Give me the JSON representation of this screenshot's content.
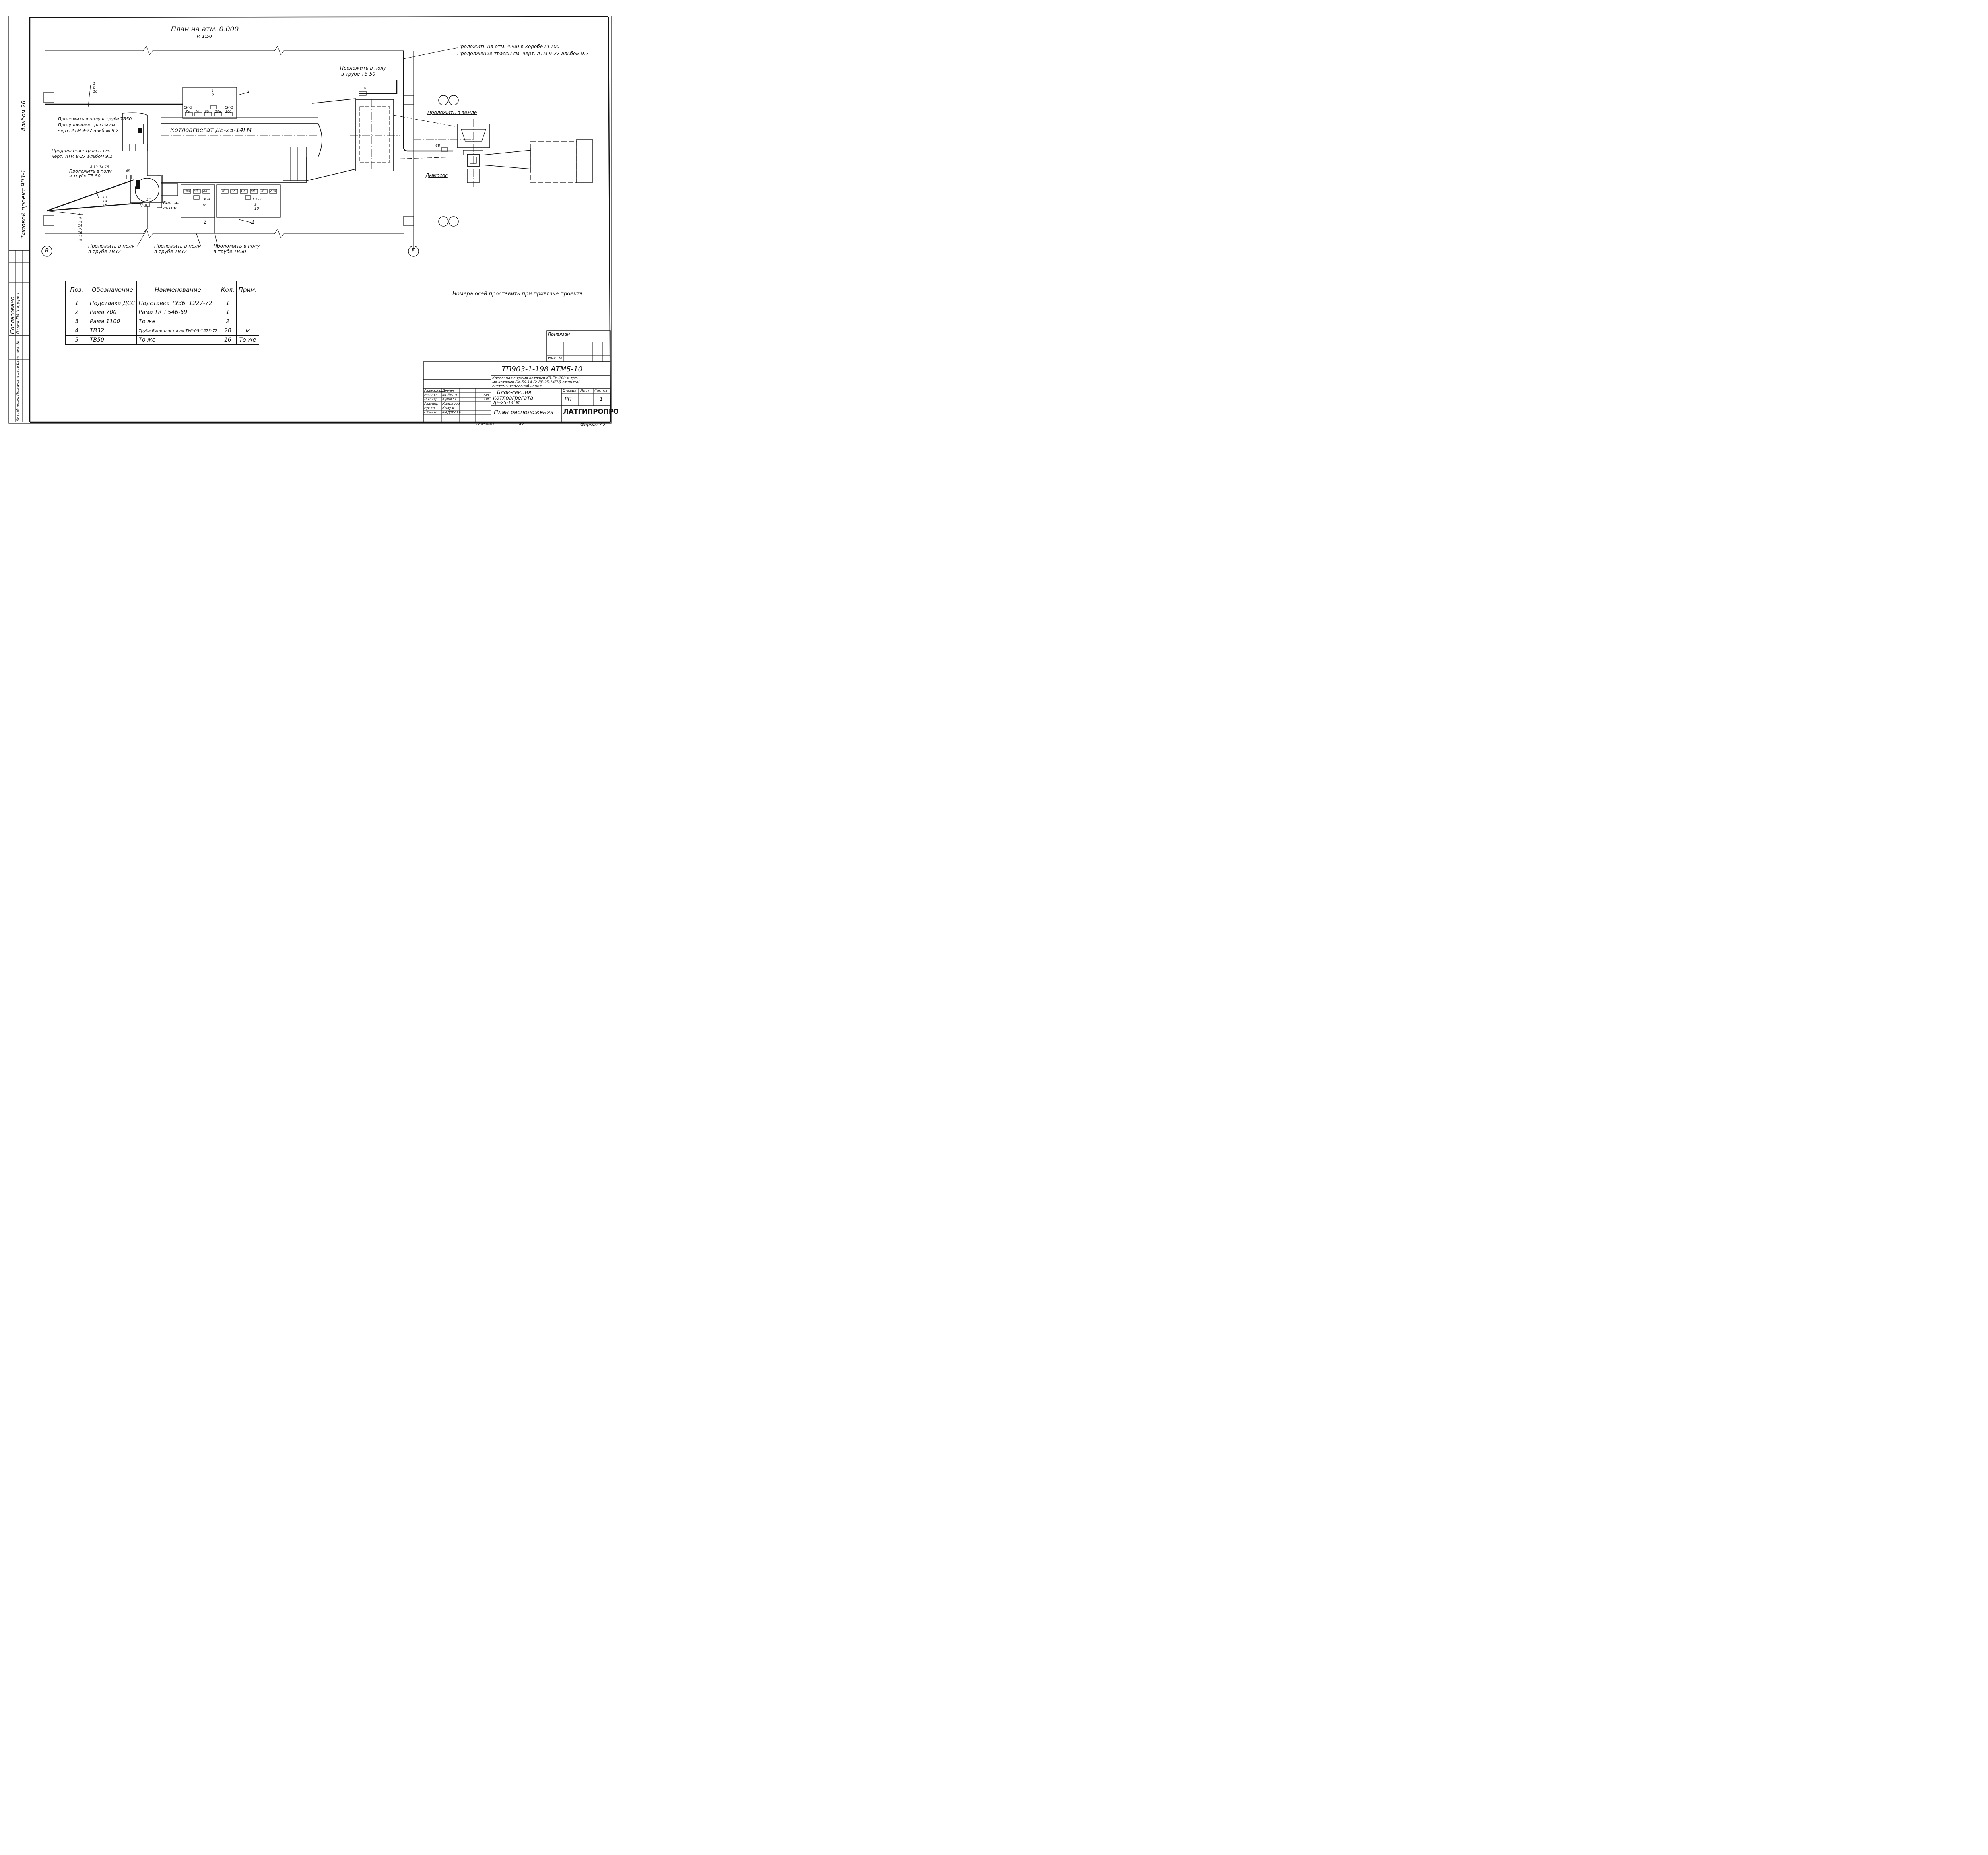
{
  "plan": {
    "title": "План на атм. 0.000",
    "scale": "М 1:50"
  },
  "boiler_label": "Котлоагрегат ДЕ-25-14ГМ",
  "callouts": {
    "roof_route": "Проложить на отм. 4200 в коробе ПГ100",
    "roof_route_cont": "Продолжение трассы см. черт. АТМ 9-27 альбом 9.2",
    "floor_tb50_top": "Проложить в полу",
    "floor_tb50_top_pipe": "в трубе ТВ 50",
    "ground": "Проложить в земле",
    "left_floor": "Проложить в полу в трубе ТВ50",
    "left_cont1": "Продолжение трассы см.",
    "left_cont2": "черт. АТМ 9-27 альбом 9.2",
    "left_cont3": "Продолжение трассы см.",
    "left_cont4": "черт. АТМ 9-27 альбом 9.2",
    "left_floor2a": "Проложить в полу",
    "left_floor2b": "в трубе ТВ 50",
    "bottom1a": "Проложить в полу",
    "bottom1b": "в трубе ТВ32",
    "bottom2a": "Проложить в полу",
    "bottom2b": "в трубе ТВ32",
    "bottom3a": "Проложить в полу",
    "bottom3b": "в трубе ТВ50",
    "fan": "Венти-",
    "fan2": "лятор",
    "smoke": "Дымосос",
    "axes_note": "Номера осей проставить при привязке проекта."
  },
  "tags": {
    "t_1_6_18": [
      "1",
      "6",
      "18"
    ],
    "t_1_2": [
      "1",
      "2"
    ],
    "ck3": "СК-3",
    "ck1": "СК-1",
    "ck4": "СК-4",
    "ck2": "СК-2",
    "n3": "3",
    "n2": "2",
    "n16": "16",
    "n9_10": [
      "9",
      "10"
    ],
    "box_top": [
      "7а",
      "7б",
      "8б",
      "20а",
      "20б"
    ],
    "box_mid1": [
      "18а",
      "3б",
      "8а"
    ],
    "box_mid2": [
      "7б",
      "17",
      "19",
      "8б",
      "2б",
      "21а"
    ],
    "tag_7g": "7Г",
    "tag_6b": "6В",
    "tag_4v": "4В",
    "tag_5g": "5Г",
    "tag_17_18": "17/18",
    "tag_13_14_15": [
      "13",
      "14",
      "15"
    ],
    "tag_4_13_14_15": [
      "4",
      "13",
      "14",
      "15"
    ],
    "tag_4_9": [
      "4",
      "9"
    ],
    "tag_left_stack": [
      "10",
      "13",
      "14",
      "15",
      "16",
      "17",
      "18"
    ],
    "axis_v": "В",
    "axis_e": "Е",
    "n3_b": "3"
  },
  "spec_table": {
    "headers": [
      "Поз.",
      "Обозначение",
      "Наименование",
      "Кол.",
      "Прим."
    ],
    "rows": [
      [
        "1",
        "Подставка ДСС",
        "Подставка ТУ36. 1227-72",
        "1",
        ""
      ],
      [
        "2",
        "Рама 700",
        "Рама ТКЧ 546-69",
        "1",
        ""
      ],
      [
        "3",
        "Рама 1100",
        "То же",
        "2",
        ""
      ],
      [
        "4",
        "ТВ32",
        "Труба Винипластовая ТУ6-05-1573-72",
        "20",
        "м"
      ],
      [
        "5",
        "ТВ50",
        "То же",
        "16",
        "То же"
      ]
    ]
  },
  "title_block": {
    "code": "ТП903-1-198   АТМ5-10",
    "desc1": "Котельная с тремя котлами КВ-ГМ-100 и тре-",
    "desc2": "мя котлами ГМ-50-14 (2 ДЕ-25-14ГМ) открытой",
    "desc3": "системы теплоснабжения",
    "block_name1": "Блок-секция",
    "block_name2": "котлоагрегата",
    "block_name3": "ДЕ-25-14ГМ",
    "sheet_name": "План расположения",
    "stage_h": "Стадия",
    "sheet_h": "Лист",
    "sheets_h": "Листов",
    "stage": "РП",
    "sheet": "",
    "sheets": "1",
    "org": "ЛАТГИПРОПРОМ",
    "bound": "Привязан",
    "inv": "Инв. №",
    "format": "Формат А2",
    "people": [
      [
        "Гл.инж.пр.",
        "Думан"
      ],
      [
        "Нач.отд.",
        "Мейман"
      ],
      [
        "Н.контр.",
        "Кушель"
      ],
      [
        "Гл.спец.",
        "Калькова"
      ],
      [
        "Рук.гр.",
        "Краузе"
      ],
      [
        "Ст.инж.",
        "Федорова"
      ]
    ],
    "date1": "7.06",
    "date2": "7.06",
    "stamp_num": "18454-41",
    "page_num": "42"
  },
  "left_margin": {
    "album": "Альбом 26",
    "project": "Типовой проект 903-1",
    "agreed": "Согласовано",
    "dept": "Отдел ГМ Шидорин",
    "inv_cols": "Инв. № подл.  Подпись и дата  Взам. инв. №"
  }
}
